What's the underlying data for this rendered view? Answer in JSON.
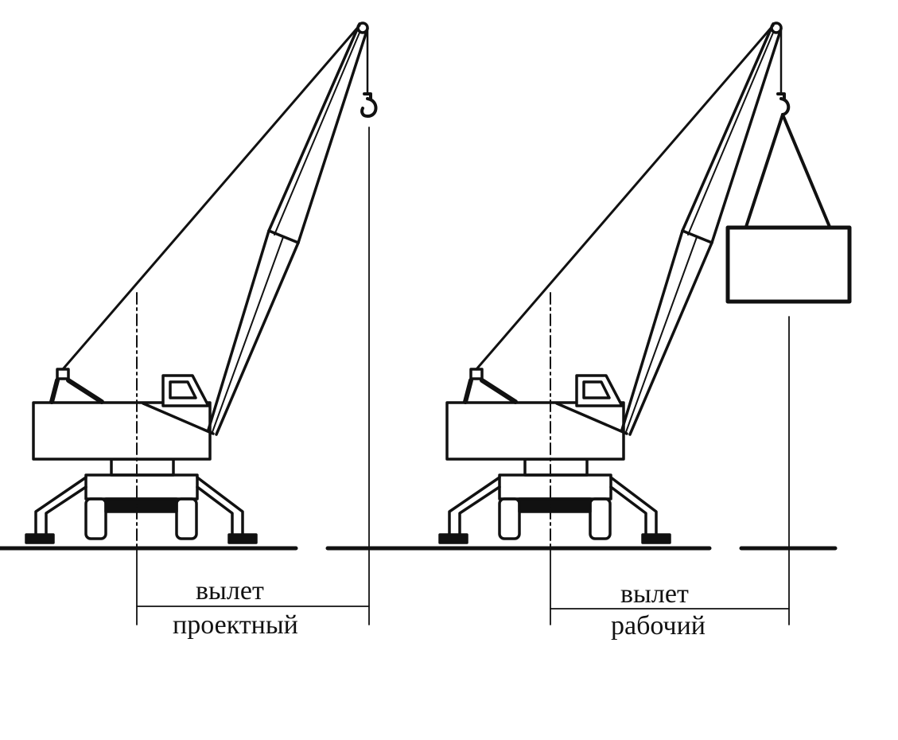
{
  "colors": {
    "line": "#111111",
    "background": "#ffffff"
  },
  "cranes": [
    {
      "id": "design",
      "label_line1": "вылет",
      "label_line2": "проектный",
      "has_load": false
    },
    {
      "id": "working",
      "label_line1": "вылет",
      "label_line2": "рабочий",
      "has_load": true
    }
  ]
}
